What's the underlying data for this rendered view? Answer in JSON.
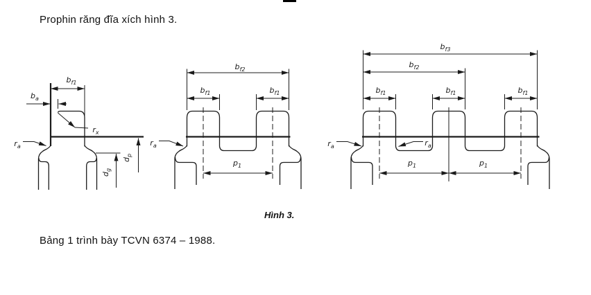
{
  "page": {
    "background": "#ffffff",
    "ink_color": "#1b1b1b",
    "intro_text": "Prophin răng đĩa xích hình 3.",
    "figure_caption": "Hình 3.",
    "closing_text": "Bảng 1 trình bày TCVN 6374 – 1988."
  },
  "figure": {
    "dim_labels": {
      "bf1": {
        "main": "b",
        "sub": "f1"
      },
      "bf2": {
        "main": "b",
        "sub": "f2"
      },
      "bf3": {
        "main": "b",
        "sub": "f3"
      },
      "ba": {
        "main": "b",
        "sub": "a"
      },
      "rx": {
        "main": "r",
        "sub": "x"
      },
      "ra": {
        "main": "r",
        "sub": "a"
      },
      "dg": {
        "main": "d",
        "sub": "g"
      },
      "dp": {
        "main": "d",
        "sub": "p"
      },
      "p1": {
        "main": "p",
        "sub": "1"
      }
    }
  }
}
